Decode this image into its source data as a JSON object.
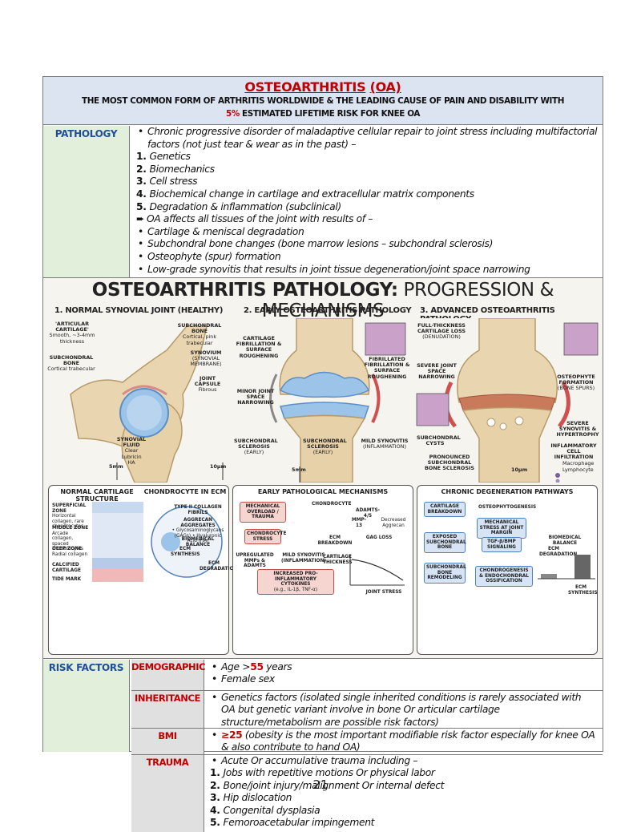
{
  "header": {
    "title_main": "OSTEOARTHRITIS",
    "title_abbr": "(OA)",
    "subtitle_1": "THE MOST COMMON FORM OF ARTHRITIS WORLDWIDE",
    "subtitle_amp": "&",
    "subtitle_2": "THE LEADING CAUSE OF PAIN AND DISABILITY WITH",
    "subtitle_pct": "5%",
    "subtitle_3": "ESTIMATED LIFETIME RISK FOR KNEE OA"
  },
  "pathology": {
    "label": "PATHOLOGY",
    "intro": "Chronic progressive disorder of maladaptive cellular repair to joint stress including multifactorial factors (not just tear & wear as in the past) –",
    "factors": [
      {
        "num": "1.",
        "text": "Genetics"
      },
      {
        "num": "2.",
        "text": "Biomechanics"
      },
      {
        "num": "3.",
        "text": "Cell stress"
      },
      {
        "num": "4.",
        "text": "Biochemical change in cartilage and extracellular matrix components"
      },
      {
        "num": "5.",
        "text": "Degradation & inflammation (subclinical)"
      }
    ],
    "arrow_icon": "right-arrow-icon",
    "arrow_text": "OA affects all tissues of the joint with results of –",
    "results": [
      "Cartilage & meniscal degradation",
      "Subchondral bone changes (bone marrow lesions – subchondral sclerosis)",
      "Osteophyte (spur) formation",
      "Low-grade synovitis that results in joint tissue degeneration/joint space narrowing"
    ]
  },
  "figure": {
    "title_bold": "OSTEOARTHRITIS PATHOLOGY:",
    "title_rest": "PROGRESSION & MECHANISMS",
    "panel1": {
      "heading": "1. NORMAL SYNOVIAL JOINT (HEALTHY)",
      "articular_cartilage": "'ARTICULAR CARTILAGE'",
      "articular_sub": "Smooth, ~3-4mm thickness",
      "subchondral_bone": "SUBCHONDRAL BONE",
      "subchondral_bone_sub": "Cortical, pink trabecular",
      "subchondral_bone_l": "SUBCHONDRAL BONE",
      "subchondral_bone_l_sub": "Cortical trabecular",
      "synovium": "SYNOVIUM",
      "synovium_sub": "(SYNOVIAL MEMBRANE)",
      "capsule": "JOINT CAPSULE",
      "capsule_sub": "Fibrous",
      "fluid": "SYNOVIAL FLUID",
      "fluid_sub": "Clear",
      "lubricin": "Lubricin",
      "ha": "HA",
      "scale_l": "5mm",
      "scale_r": "10μm"
    },
    "panel2": {
      "heading": "2. EARLY OSTEOARTHRITIS PATHOLOGY",
      "fibrillation": "CARTILAGE FIBRILLATION & SURFACE ROUGHENING",
      "fibrillated": "FIBRILLATED FIBRILLATION & SURFACE ROUGHENING",
      "minor_space": "MINOR JOINT SPACE NARROWING",
      "sclerosis_l": "SUBCHONDRAL SCLEROSIS",
      "sclerosis_l_sub": "(EARLY)",
      "sclerosis_c": "SUBCHONDRAL SCLEROSIS",
      "sclerosis_c_sub": "(EARLY)",
      "mild_synovitis": "MILD SYNOVITIS",
      "mild_synovitis_sub": "(INFLAMMATION)",
      "scale": "5mm"
    },
    "panel3": {
      "heading": "3. ADVANCED OSTEOARTHRITIS PATHOLOGY",
      "full_loss": "FULL-THICKNESS CARTILAGE LOSS",
      "full_loss_sub": "(DENUDATION)",
      "severe_space": "SEVERE JOINT SPACE NARROWING",
      "osteophyte": "OSTEOPHYTE FORMATION",
      "osteophyte_sub": "(BONE SPURS)",
      "cysts": "SUBCHONDRAL CYSTS",
      "pronounced": "PRONOUNCED SUBCHONDRAL BONE SCLEROSIS",
      "severe_syn": "SEVERE SYNOVITIS & HYPERTROPHY",
      "infiltration": "INFLAMMATORY CELL INFILTRATION",
      "macrophage": "Macrophage",
      "lymphocyte": "Lymphocyte",
      "scale": "10μm"
    },
    "box1": {
      "heading_l": "NORMAL CARTILAGE STRUCTURE",
      "heading_r": "CHONDROCYTE IN ECM",
      "superficial": "SUPERFICIAL ZONE",
      "superficial_sub": "Horizontal collagen, rare chondrocytes",
      "middle": "MIDDLE ZONE",
      "middle_sub": "Arcade collagen, spaced chondrocytes",
      "deep": "DEEP ZONE",
      "deep_sub": "Radial collagen",
      "calcified": "CALCIFIED CARTILAGE",
      "tidemark": "TIDE MARK",
      "collagen": "TYPE II COLLAGEN FIBRILS",
      "aggrecan": "AGGRECAN AGGREGATES",
      "aggrecan_sub": "• Glycosaminoglycans (GAGs) • Hyaluronic Acid (HA)",
      "balance": "BIOMEDICAL BALANCE",
      "synthesis": "ECM SYNTHESIS",
      "degradation": "ECM DEGRADATION"
    },
    "box2": {
      "heading": "EARLY PATHOLOGICAL MECHANISMS",
      "overload": "MECHANICAL OVERLOAD / TRAUMA",
      "chondrocyte": "CHONDROCYTE",
      "adamts": "ADAMTS-4/5",
      "mmp": "MMP-13",
      "decreased": "Decreased Aggrecan",
      "stress": "CHONDROCYTE STRESS",
      "ecm_breakdown": "ECM BREAKDOWN",
      "gag_loss": "GAG LOSS",
      "upregulated": "UPREGULATED MMPs & ADAMTS",
      "mild_syn": "MILD SYNOVITIS (INFLAMMATION)",
      "cytokines": "INCREASED PRO-INFLAMMATORY CYTOKINES",
      "cytokines_sub": "(e.g., IL-1β, TNF-α)",
      "thickness": "CARTILAGE THICKNESS",
      "joint_stress": "JOINT STRESS"
    },
    "box3": {
      "heading": "CHRONIC DEGENERATION PATHWAYS",
      "breakdown": "CARTILAGE BREAKDOWN",
      "osteophytogenesis": "OSTEOPHYTOGENESIS",
      "mech_stress": "MECHANICAL STRESS AT JOINT MARGIN",
      "exposed": "EXPOSED SUBCHONDRAL BONE",
      "tgf": "TGF-β/BMP SIGNALING",
      "balance": "BIOMEDICAL BALANCE",
      "ecm_deg": "ECM DEGRADATION",
      "remodeling": "SUBCHONDRAL BONE REMODELING",
      "chondrogenesis": "CHONDROGENESIS & ENDOCHONDRAL OSSIFICATION",
      "ecm_syn": "ECM SYNTHESIS"
    }
  },
  "risk": {
    "label": "RISK FACTORS",
    "demographic": {
      "label": "DEMOGRAPHIC",
      "age_prefix": "Age >",
      "age_value": "55",
      "age_suffix": " years",
      "sex": "Female sex"
    },
    "inheritance": {
      "label": "INHERITANCE",
      "text": "Genetics factors (isolated single inherited conditions is rarely associated with OA but genetic variant involve in bone Or articular cartilage structure/metabolism are possible risk factors)"
    },
    "bmi": {
      "label": "BMI",
      "value": "≥25",
      "text": " (obesity is the most important modifiable risk factor especially for knee OA & also contribute to hand OA)"
    },
    "trauma": {
      "label": "TRAUMA",
      "intro": "Acute Or accumulative trauma including –",
      "items": [
        {
          "num": "1.",
          "text": "Jobs with repetitive motions Or physical labor"
        },
        {
          "num": "2.",
          "text": "Bone/joint injury/malignment Or internal defect"
        },
        {
          "num": "3.",
          "text": "Hip dislocation"
        },
        {
          "num": "4.",
          "text": "Congenital dysplasia"
        },
        {
          "num": "5.",
          "text": "Femoroacetabular impingement"
        }
      ]
    }
  },
  "page_number": "21"
}
